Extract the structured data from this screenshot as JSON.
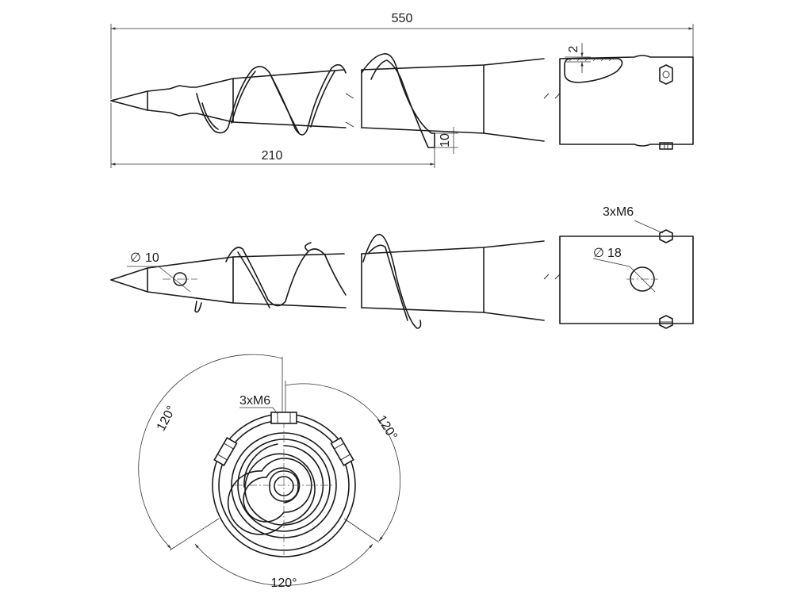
{
  "colors": {
    "line": "#1a1a1a",
    "background": "#ffffff"
  },
  "top_view": {
    "overall_length": "550",
    "helix_length": "210",
    "blade_offset": "10",
    "wall_thickness": "2"
  },
  "side_view": {
    "tip_hole": "10",
    "head_hole": "18",
    "bolts": "3xM6"
  },
  "end_view": {
    "bolts": "3xM6",
    "angle_left": "120°",
    "angle_right": "120°",
    "angle_bottom": "120°"
  }
}
